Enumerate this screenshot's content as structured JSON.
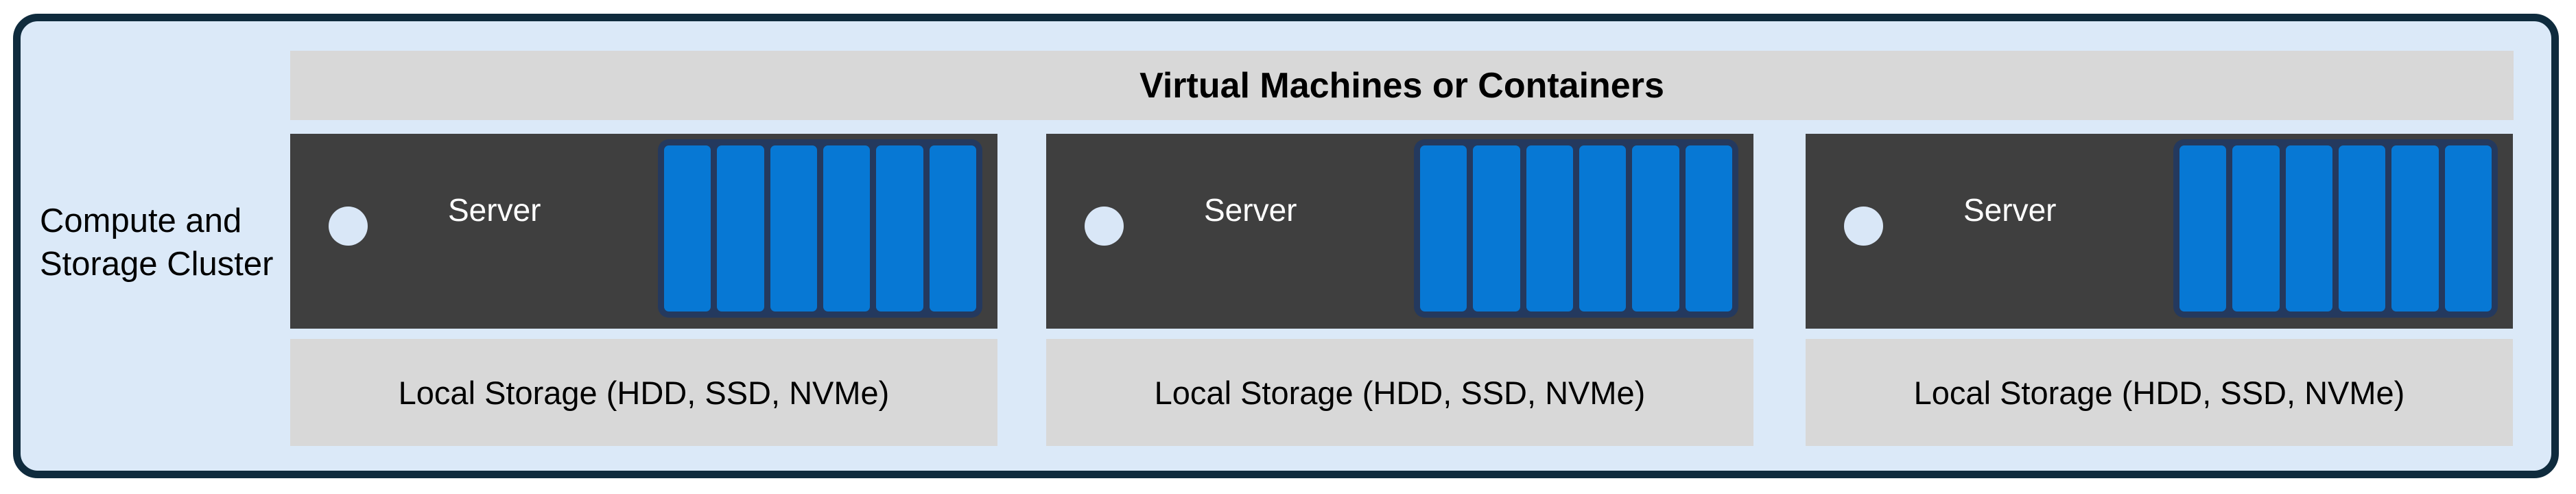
{
  "colors": {
    "canvas_bg": "#ffffff",
    "cluster_fill": "#dbe9f8",
    "cluster_border": "#0f2b3d",
    "band_gray": "#d8d8d8",
    "server_gray": "#3f3f3f",
    "disk_blue": "#0778d4",
    "disk_frame_navy": "#24395e",
    "indicator_light_blue": "#d9e7f7",
    "text_dark": "#000000",
    "text_light": "#ffffff"
  },
  "cluster": {
    "label_lines": [
      "Compute and",
      "Storage Cluster"
    ],
    "header": "Virtual Machines or Containers",
    "servers": [
      {
        "label": "Server",
        "storage_label": "Local Storage (HDD, SSD, NVMe)",
        "disk_count": 6
      },
      {
        "label": "Server",
        "storage_label": "Local Storage (HDD, SSD, NVMe)",
        "disk_count": 6
      },
      {
        "label": "Server",
        "storage_label": "Local Storage (HDD, SSD, NVMe)",
        "disk_count": 6
      }
    ]
  }
}
